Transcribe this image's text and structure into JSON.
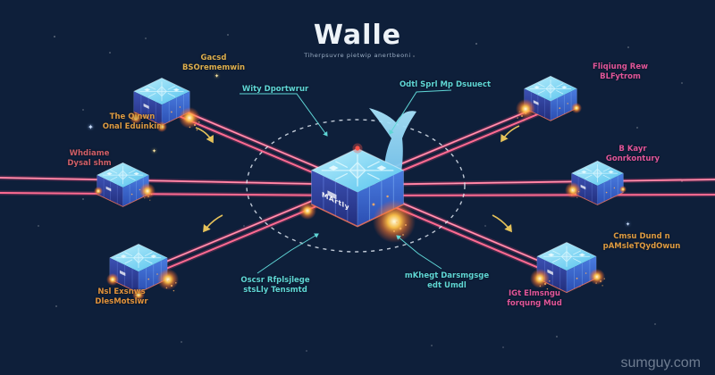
{
  "title": {
    "text": "Walle",
    "subtitle": "Tiherpsuvre pietwip anertbeoni"
  },
  "watermark": "sumguy.com",
  "center_node": {
    "label": "MArtly"
  },
  "callouts": {
    "genesis": {
      "line1": "Gacsd",
      "line2": "BSOrememwin"
    },
    "queen": {
      "line1": "The Qinwn",
      "line2": "Onal Eduinkin"
    },
    "whale": {
      "line1": "Whdiame",
      "line2": "Dysal shm"
    },
    "nsl": {
      "line1": "Nsl Exsnws",
      "line2": "DlesMotslwr"
    },
    "wity": {
      "line1": "Wity Dportwrur"
    },
    "odtl": {
      "line1": "Odtl Sprl Mp Dsuuect"
    },
    "oscsr": {
      "line1": "Oscsr Rfplsjlege",
      "line2": "stsLly Tensmtd"
    },
    "mkheft": {
      "line1": "mKhegt Darsmgsge",
      "line2": "edt Umdl"
    },
    "fliqiung": {
      "line1": "Fliqiung Rew",
      "line2": "BLFytrom"
    },
    "bkayr": {
      "line1": "B Kayr",
      "line2": "Gonrkontury"
    },
    "cmsu": {
      "line1": "Cmsu Dund n",
      "line2": "pAMsleTQydOwun"
    },
    "igt": {
      "line1": "IGt Elmsngu",
      "line2": "forqung Mud"
    }
  },
  "colors": {
    "background": "#0e1f3a",
    "line_pink": "#ff4d7e",
    "label_cyan": "#5fd6d6",
    "label_yellow": "#dcae4e",
    "label_orange": "#dd9b42",
    "label_magenta": "#e0569a",
    "cube_top": "#7fd4f2",
    "explosion_orange": "#ff7a2e"
  }
}
